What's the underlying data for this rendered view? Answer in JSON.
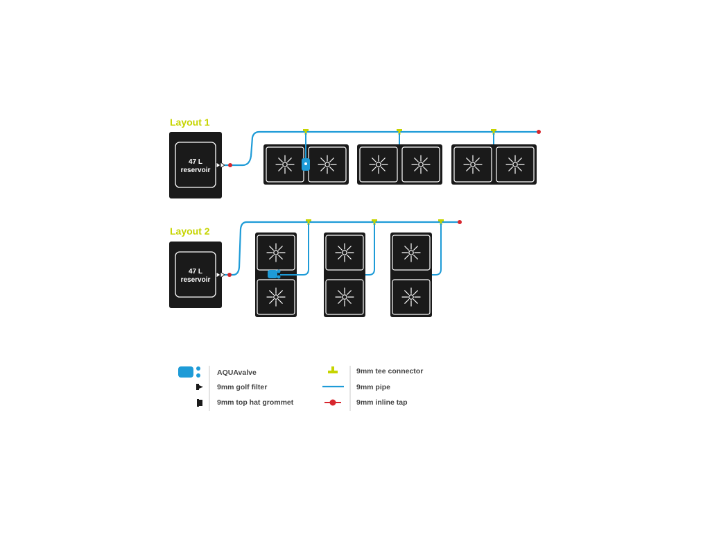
{
  "colors": {
    "title": "#c6d400",
    "pipe": "#1e9bd7",
    "tee": "#c6d400",
    "tap": "#d7262e",
    "aquavalve": "#1e9bd7",
    "unit": "#1a1a1a",
    "legend_text": "#444444",
    "divider": "#c8c8c8"
  },
  "layout1": {
    "title": "Layout 1",
    "reservoir": {
      "line1": "47 L",
      "line2": "reservoir"
    }
  },
  "layout2": {
    "title": "Layout 2",
    "reservoir": {
      "line1": "47 L",
      "line2": "reservoir"
    }
  },
  "legend": {
    "left": [
      {
        "icon": "aquavalve-icon",
        "label": "AQUAvalve"
      },
      {
        "icon": "golf-filter-icon",
        "label": "9mm golf filter"
      },
      {
        "icon": "top-hat-grommet-icon",
        "label": "9mm top hat grommet"
      }
    ],
    "right": [
      {
        "icon": "tee-connector-icon",
        "label": "9mm tee connector"
      },
      {
        "icon": "pipe-icon",
        "label": "9mm pipe"
      },
      {
        "icon": "inline-tap-icon",
        "label": "9mm inline tap"
      }
    ]
  }
}
